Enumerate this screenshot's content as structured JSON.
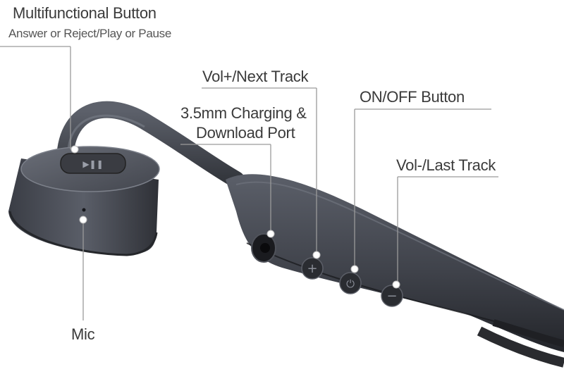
{
  "callouts": {
    "multifunction_title": "Multifunctional Button",
    "multifunction_sub": "Answer or Reject/Play or Pause",
    "vol_up": "Vol+/Next Track",
    "port_line1": "3.5mm Charging &",
    "port_line2": "Download Port",
    "power": "ON/OFF Button",
    "vol_down": "Vol-/Last Track",
    "mic": "Mic"
  },
  "product": {
    "body_color": "#4a4d55",
    "body_dark": "#2c2e33",
    "button_labels": [
      "+",
      "⏻",
      "−"
    ]
  }
}
